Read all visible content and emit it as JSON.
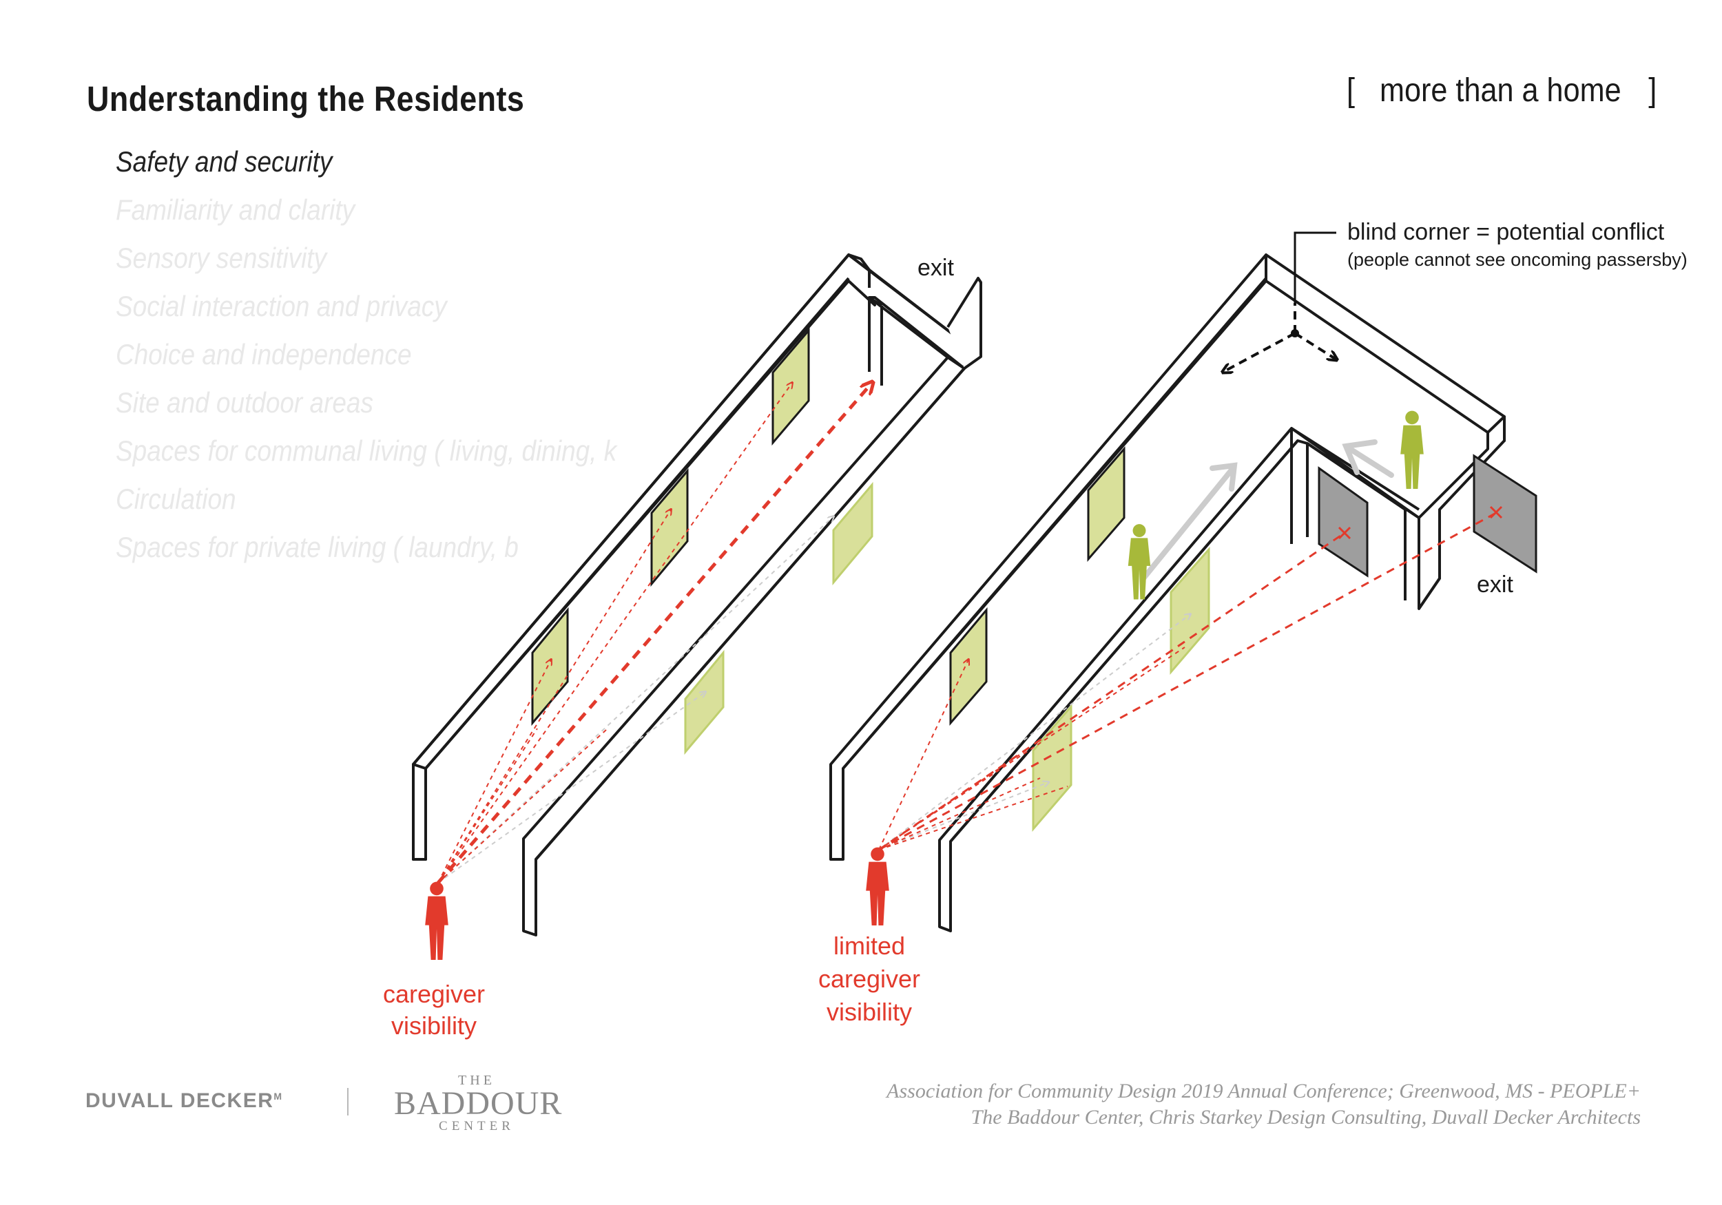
{
  "header": {
    "title": "Understanding the Residents",
    "tagline_open": "[",
    "tagline_text": "more than a home",
    "tagline_close": "]"
  },
  "topics": [
    {
      "label": "Safety and security",
      "active": true
    },
    {
      "label": "Familiarity and clarity",
      "active": false
    },
    {
      "label": "Sensory sensitivity",
      "active": false
    },
    {
      "label": "Social interaction and privacy",
      "active": false
    },
    {
      "label": "Choice and independence",
      "active": false
    },
    {
      "label": "Site and outdoor areas",
      "active": false
    },
    {
      "label": "Spaces for communal living ( living, dining, k",
      "active": false
    },
    {
      "label": "Circulation",
      "active": false
    },
    {
      "label": "Spaces for private living ( laundry, b",
      "active": false
    }
  ],
  "diagram": {
    "left_exit": "exit",
    "right_exit": "exit",
    "left_caption_line1": "caregiver",
    "left_caption_line2": "visibility",
    "right_caption_line1": "limited",
    "right_caption_line2": "caregiver",
    "right_caption_line3": "visibility",
    "callout_title": "blind corner = potential conflict",
    "callout_note": "(people cannot see oncoming passersby)",
    "colors": {
      "caregiver": "#e23a2c",
      "resident": "#a7b93a",
      "door_fill": "#d9e09a",
      "door_stroke": "#9aae30",
      "exit_door": "#9e9e9e",
      "wall_stroke": "#1a1a1a"
    }
  },
  "footer": {
    "logo_duvall": "DUVALL DECKER",
    "logo_duvall_mark": "M",
    "logo_baddour_the": "THE",
    "logo_baddour_main": "BADDOUR",
    "logo_baddour_center": "CENTER",
    "credit_line1": "Association for Community Design 2019 Annual Conference; Greenwood, MS - PEOPLE+",
    "credit_line2": "The Baddour Center, Chris Starkey Design Consulting, Duvall Decker Architects"
  }
}
